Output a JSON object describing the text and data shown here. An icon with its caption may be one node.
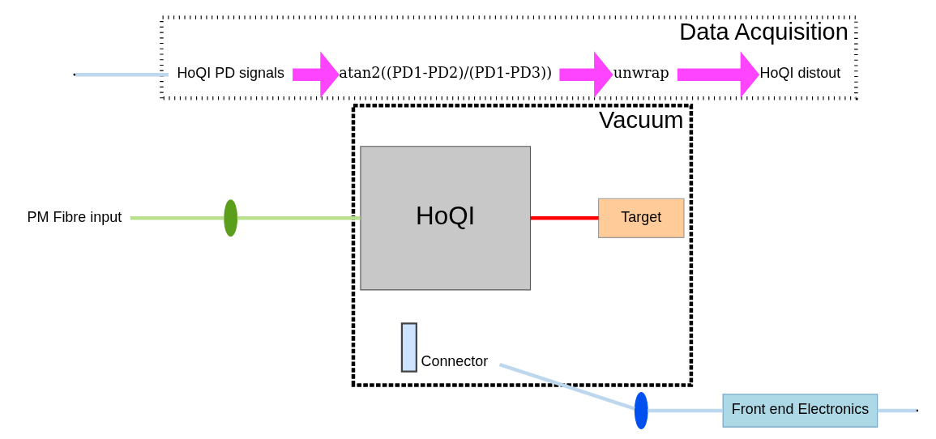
{
  "diagram": {
    "nodes": [
      {
        "text": [
          "Vacuum"
        ]
      },
      {
        "text": [
          "HoQI"
        ],
        "in": 0
      },
      {
        "text": [
          "Target"
        ],
        "in": 0
      },
      {
        "text": [],
        "shape": "box",
        "beside": [
          "Connector"
        ],
        "in": 0
      },
      {
        "text": [],
        "shape": "ellipse"
      },
      {
        "text": [
          "PM Fibre input"
        ]
      },
      {
        "text": [],
        "shape": "ellipse"
      },
      {
        "text": [
          "Front end Electronics"
        ]
      },
      {
        "text": [
          "Data Acquisition"
        ]
      },
      {
        "text": [
          "HoQI PD signals"
        ],
        "in": 8
      },
      {
        "text": [
          "atan2((PD1-PD2)/(PD1-PD3))"
        ],
        "in": 8
      },
      {
        "text": [
          "unwrap"
        ],
        "in": 8
      },
      {
        "text": [
          "HoQI distout"
        ],
        "in": 8
      }
    ],
    "edges": [
      {
        "from": 5,
        "to": 4,
        "arrow": "none",
        "color": "#b9e08c"
      },
      {
        "from": 4,
        "to": 1,
        "arrow": "none",
        "color": "#b9e08c"
      },
      {
        "from": 1,
        "to": 2,
        "arrow": "none",
        "color": "#ff0000"
      },
      {
        "from": 3,
        "to": 6,
        "arrow": "none",
        "color": "#bdd7ee"
      },
      {
        "from": 6,
        "to": 7,
        "arrow": "none",
        "color": "#bdd7ee"
      },
      {
        "from": 7,
        "to": null,
        "arrow": "none",
        "color": "#bdd7ee"
      },
      {
        "from": null,
        "to": 9,
        "arrow": "none",
        "color": "#bdd7ee"
      },
      {
        "from": 9,
        "to": 10,
        "arrow": "to",
        "style": "thick",
        "color": "#ff44ff"
      },
      {
        "from": 10,
        "to": 11,
        "arrow": "to",
        "style": "thick",
        "color": "#ff44ff"
      },
      {
        "from": 11,
        "to": 12,
        "arrow": "to",
        "style": "thick",
        "color": "#ff44ff"
      }
    ]
  }
}
